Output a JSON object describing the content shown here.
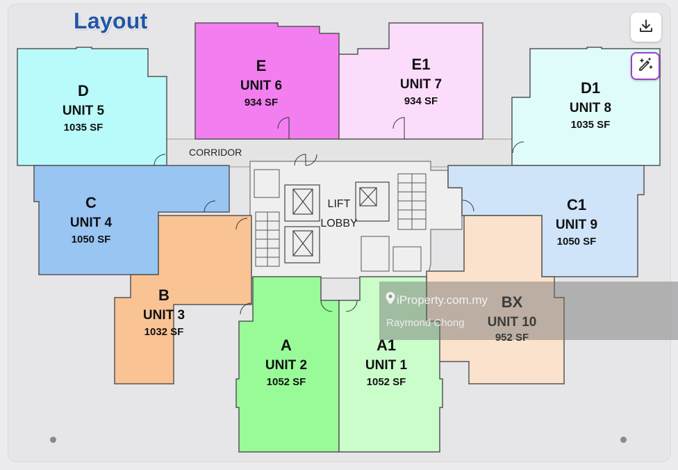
{
  "title": "Layout",
  "corridor_label": "CORRIDOR",
  "lift_lobby": {
    "line1": "LIFT",
    "line2": "LOBBY"
  },
  "units": {
    "d": {
      "letter": "D",
      "unit": "UNIT 5",
      "size": "1035 SF",
      "color": "#b8fbfa"
    },
    "e": {
      "letter": "E",
      "unit": "UNIT 6",
      "size": "934 SF",
      "color": "#f27ef0"
    },
    "e1": {
      "letter": "E1",
      "unit": "UNIT 7",
      "size": "934 SF",
      "color": "#fbdcfb"
    },
    "d1": {
      "letter": "D1",
      "unit": "UNIT 8",
      "size": "1035 SF",
      "color": "#dffcfb"
    },
    "c": {
      "letter": "C",
      "unit": "UNIT 4",
      "size": "1050 SF",
      "color": "#99c5f3"
    },
    "c1": {
      "letter": "C1",
      "unit": "UNIT 9",
      "size": "1050 SF",
      "color": "#cfe4f9"
    },
    "b": {
      "letter": "B",
      "unit": "UNIT 3",
      "size": "1032 SF",
      "color": "#f9c394"
    },
    "bx": {
      "letter": "BX",
      "unit": "UNIT 10",
      "size": "952 SF",
      "color": "#fbe2cc"
    },
    "a": {
      "letter": "A",
      "unit": "UNIT 2",
      "size": "1052 SF",
      "color": "#98fb98"
    },
    "a1": {
      "letter": "A1",
      "unit": "UNIT 1",
      "size": "1052 SF",
      "color": "#cbfdcb"
    }
  },
  "watermark": {
    "brand": "iProperty.com.my",
    "agent": "Raymond Chong"
  },
  "controls": {
    "download_icon": "download-icon",
    "edit_icon": "magic-edit-icon"
  },
  "colors": {
    "title": "#1f56a6",
    "core_fill": "#f2f2f2",
    "corridor_fill": "#e2e2e2"
  }
}
